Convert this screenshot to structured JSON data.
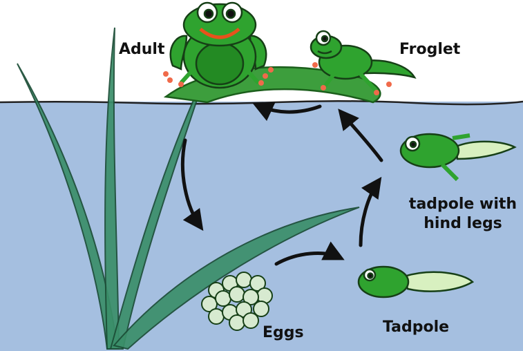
{
  "labels": {
    "adult": "Adult",
    "froglet": "Froglet",
    "tadpole_with_hind_legs_line1": "tadpole with",
    "tadpole_with_hind_legs_line2": "hind legs",
    "eggs": "Eggs",
    "tadpole": "Tadpole"
  },
  "colors": {
    "water": "#a5bfe0",
    "frog_green": "#2fa32f",
    "frog_dark": "#1e7a1e",
    "leaf_green": "#3d9e3d",
    "grass": "#3b8f6a",
    "tail_pale": "#d8f0c0",
    "egg": "#d7ead0",
    "mouth": "#e8521c",
    "toes": "#f06a4a",
    "arrow": "#111111"
  }
}
